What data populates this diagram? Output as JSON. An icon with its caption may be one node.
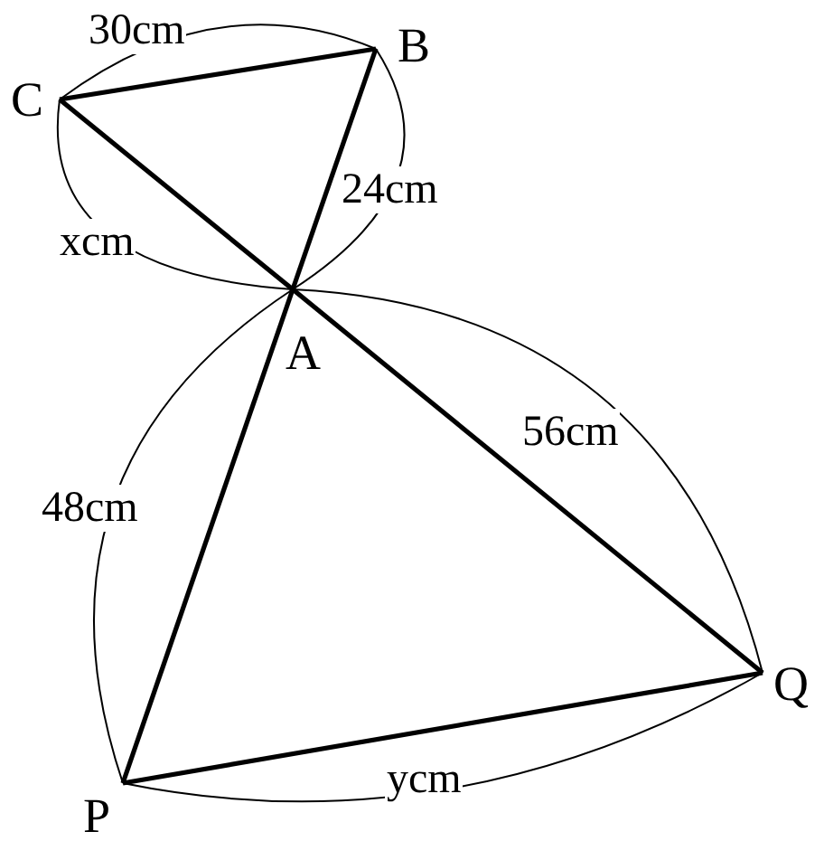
{
  "diagram": {
    "nodes": [
      {
        "text": [
          "C"
        ]
      },
      {
        "text": [
          "B"
        ]
      },
      {
        "text": [
          "A"
        ]
      },
      {
        "text": [
          "P"
        ]
      },
      {
        "text": [
          "Q"
        ]
      }
    ],
    "edges": [
      {
        "from": 0,
        "to": 1,
        "arrow": "none"
      },
      {
        "from": 1,
        "to": 2,
        "arrow": "none"
      },
      {
        "from": 0,
        "to": 2,
        "arrow": "none"
      },
      {
        "from": 2,
        "to": 3,
        "arrow": "none"
      },
      {
        "from": 2,
        "to": 4,
        "arrow": "none"
      },
      {
        "from": 3,
        "to": 4,
        "arrow": "none"
      }
    ],
    "labels": [
      "30cm",
      "24cm",
      "xcm",
      "56cm",
      "48cm",
      "ycm"
    ]
  }
}
